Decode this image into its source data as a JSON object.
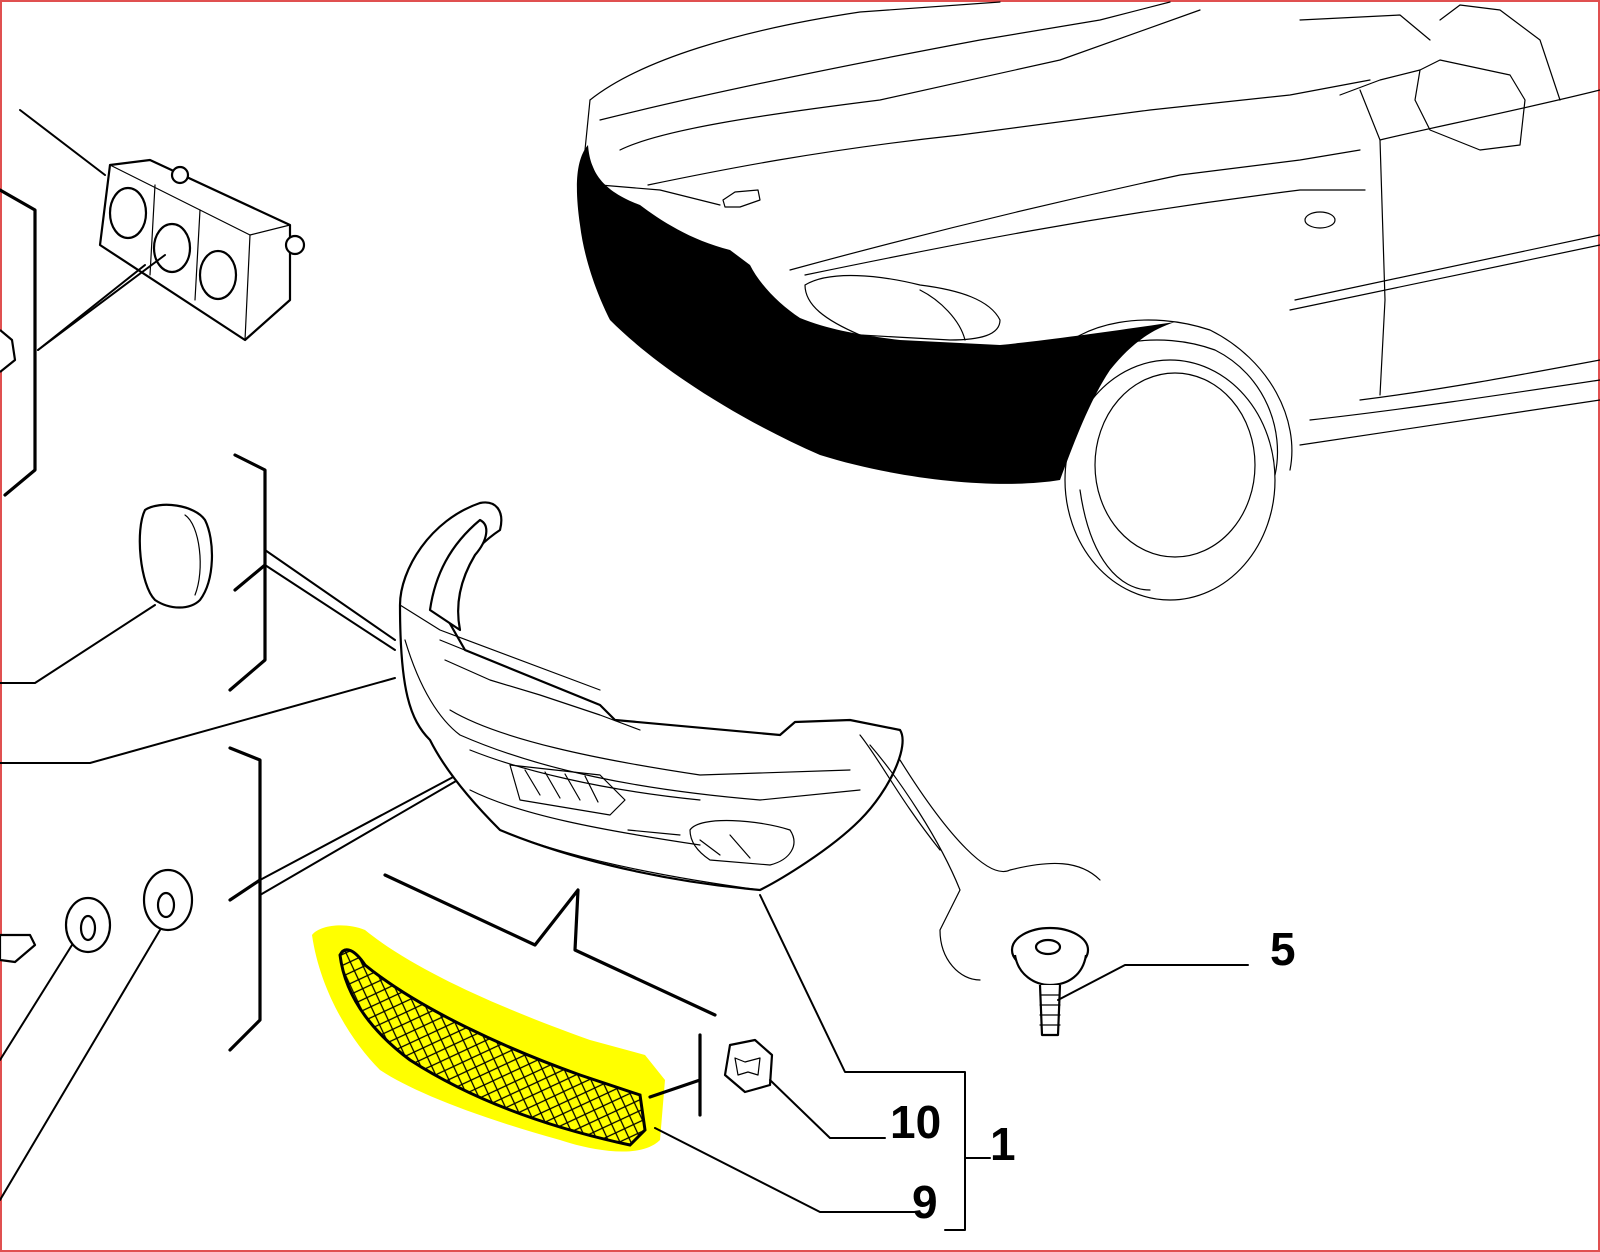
{
  "diagram": {
    "highlight_color": "#ffff00",
    "frame_color": "#e05050",
    "callouts": [
      {
        "id": "5",
        "label": "5"
      },
      {
        "id": "10",
        "label": "10"
      },
      {
        "id": "1",
        "label": "1"
      },
      {
        "id": "9",
        "label": "9"
      }
    ]
  }
}
